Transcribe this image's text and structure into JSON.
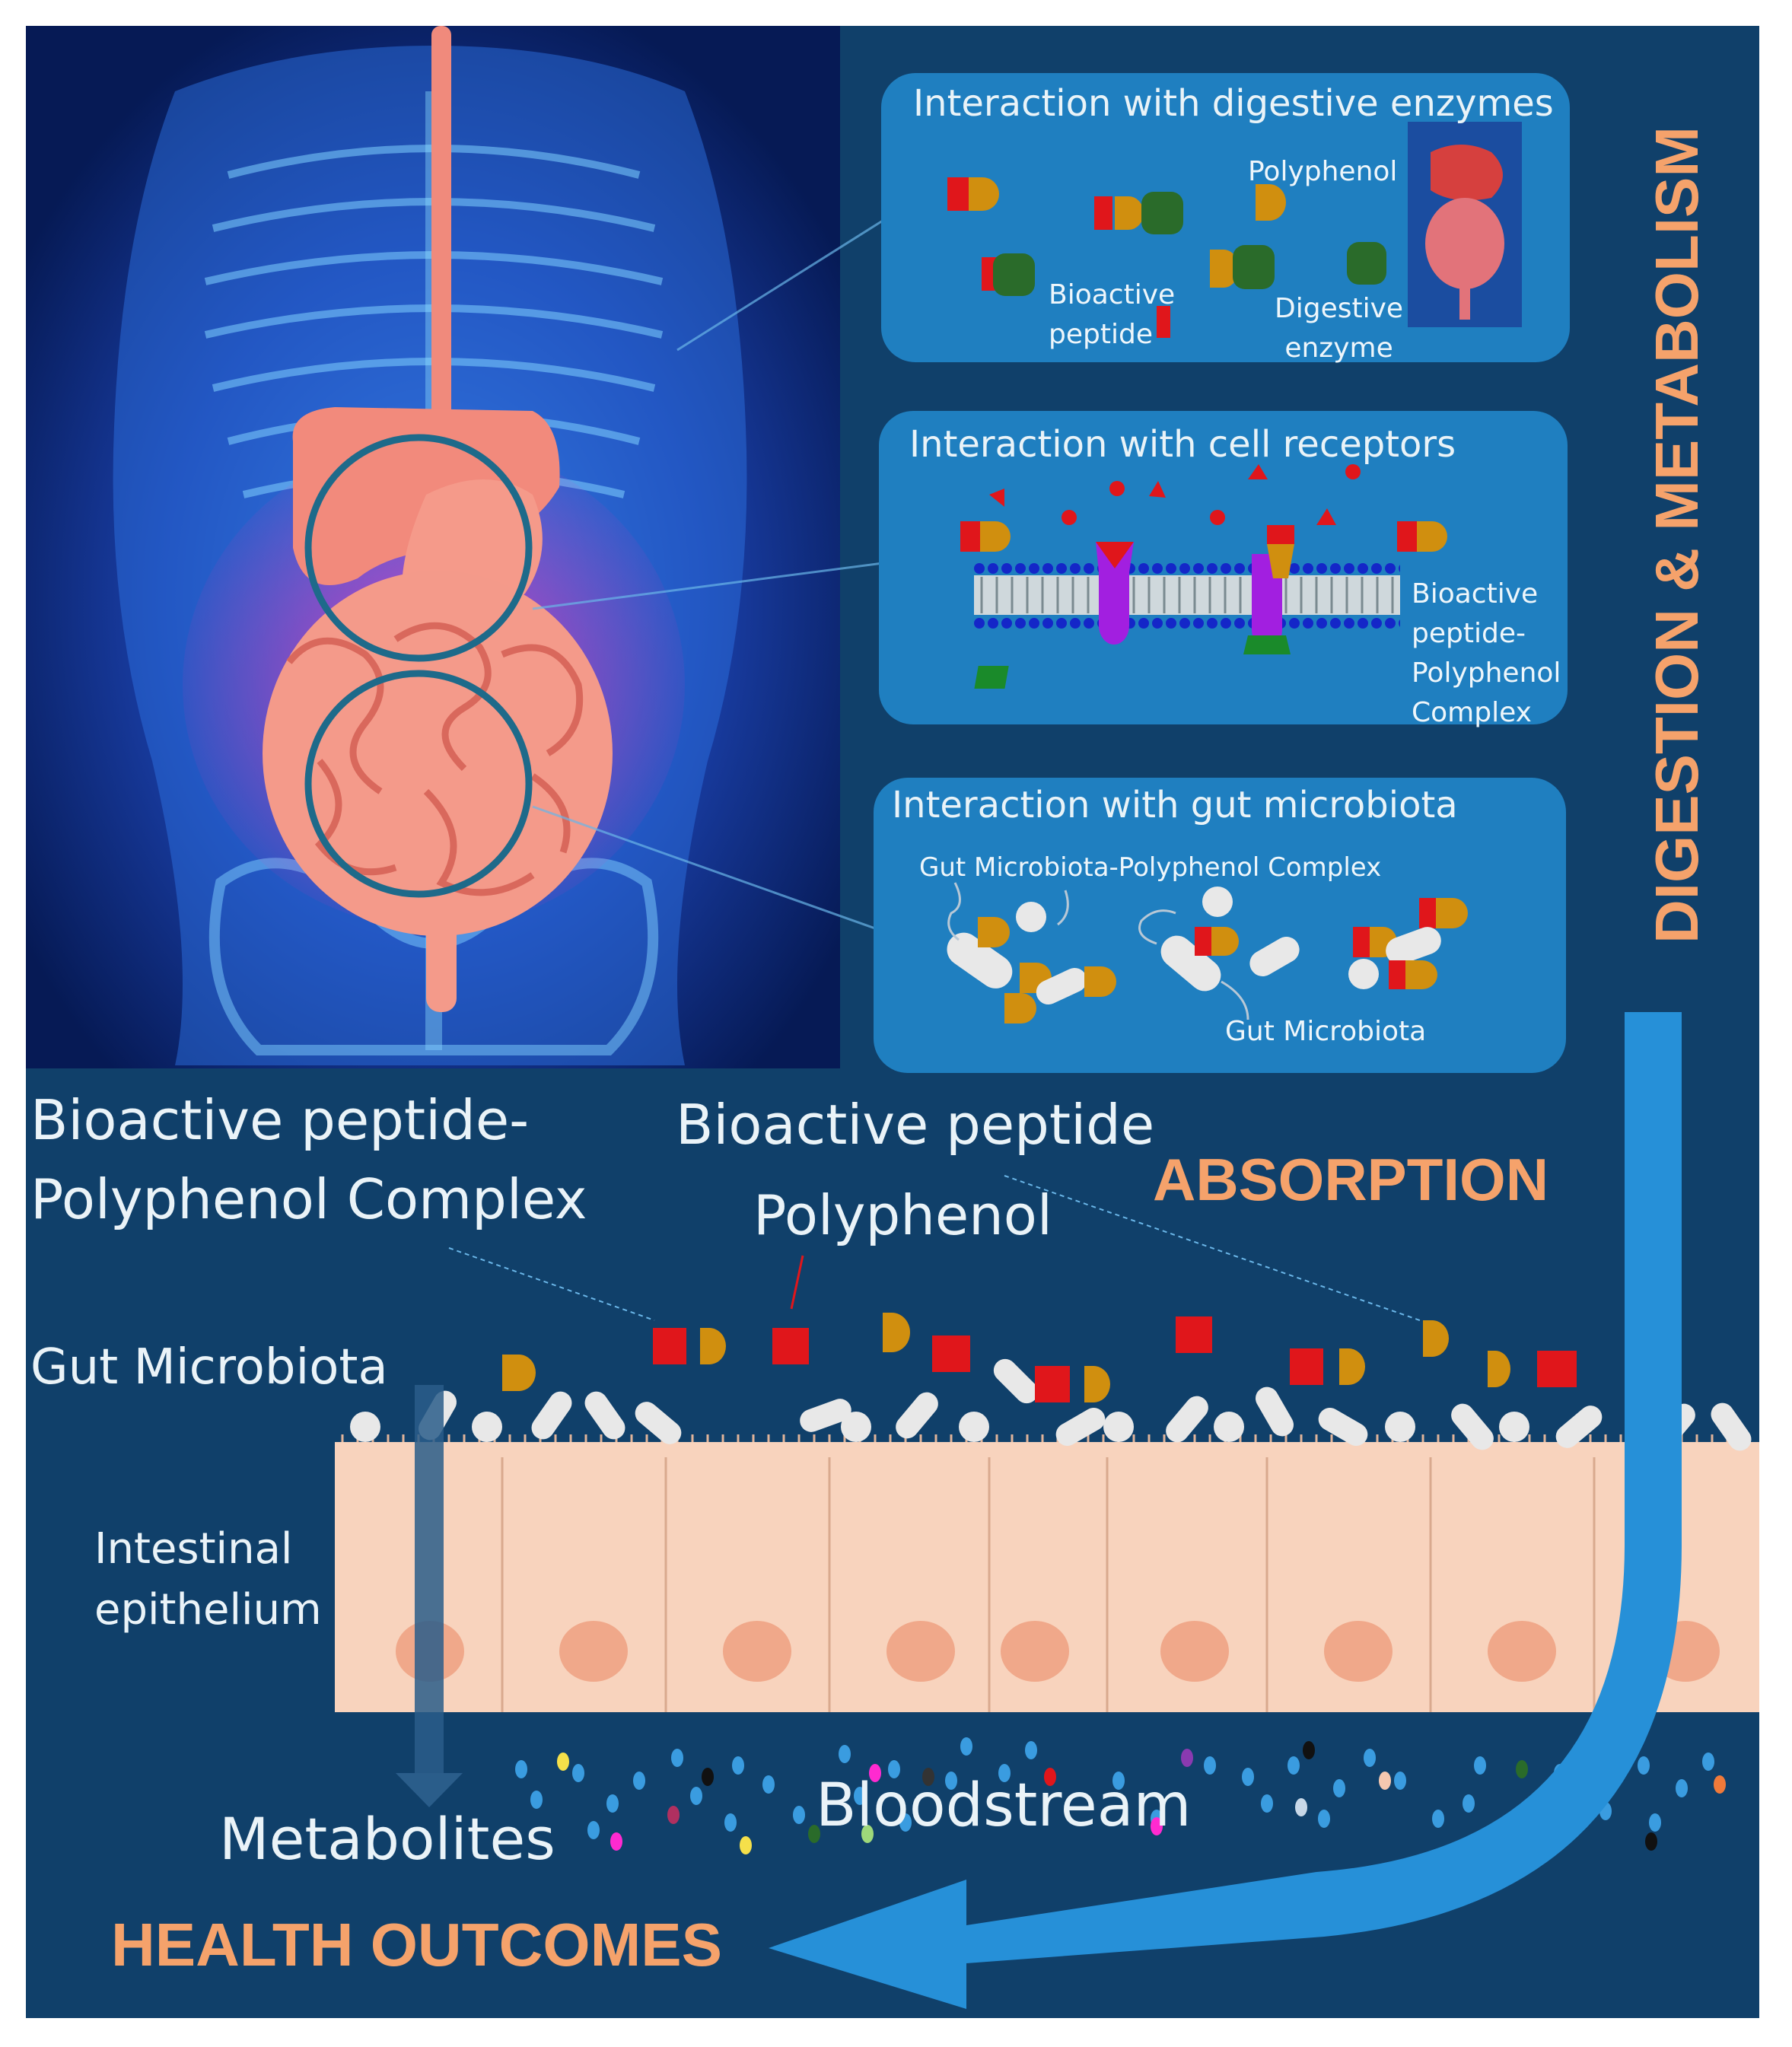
{
  "colors": {
    "background": "#10406a",
    "panel": "#1f7fc0",
    "accent_orange": "#f5a26b",
    "peptide_red": "#e0161b",
    "polyphenol_gold": "#d08f0f",
    "enzyme_green": "#2a6b2a",
    "receptor_purple": "#a21fe0",
    "epithelium": "#f8d3bd",
    "arrow_blue": "#2690d8"
  },
  "panels": {
    "enzymes": {
      "title": "Interaction with digestive enzymes",
      "polyphenol": "Polyphenol",
      "bioactive_peptide": "Bioactive\npeptide",
      "digestive_enzyme": "Digestive\nenzyme"
    },
    "receptors": {
      "title": "Interaction with  cell receptors",
      "complex": "Bioactive\npeptide-\nPolyphenol\nComplex"
    },
    "microbiota": {
      "title": "Interaction with gut microbiota",
      "complex": "Gut Microbiota-Polyphenol Complex",
      "microbiota": "Gut Microbiota"
    }
  },
  "side_label": "DIGESTION & METABOLISM",
  "labels": {
    "complex": "Bioactive peptide-\nPolyphenol Complex",
    "bioactive_peptide": "Bioactive peptide",
    "polyphenol": "Polyphenol",
    "absorption": "ABSORPTION",
    "gut_microbiota": "Gut Microbiota",
    "epithelium": "Intestinal\nepithelium",
    "bloodstream": "Bloodstream",
    "metabolites": "Metabolites",
    "health": "HEALTH OUTCOMES"
  },
  "icons": [
    "body-anatomy-illustration",
    "digestive-organs-icon",
    "peptide-icon",
    "polyphenol-icon",
    "enzyme-icon",
    "microbe-icon",
    "receptor-icon"
  ]
}
